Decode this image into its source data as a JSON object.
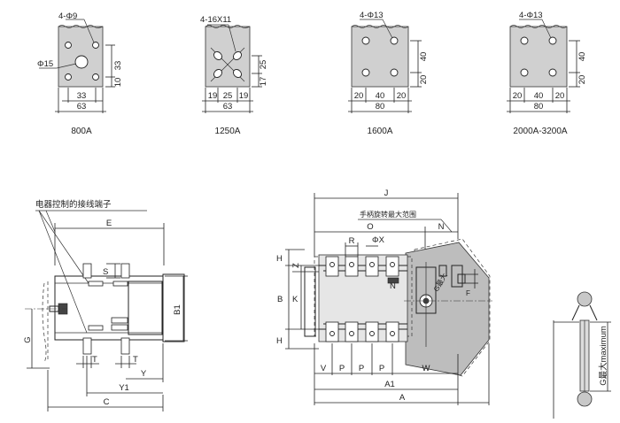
{
  "patterns": [
    {
      "caption": "800A",
      "holes": "4-Φ9",
      "center": "Φ15",
      "dims": [
        "33",
        "10",
        "33",
        "63"
      ]
    },
    {
      "caption": "1250A",
      "holes": "4-16X11",
      "dims": [
        "17",
        "25",
        "19",
        "25",
        "19",
        "63"
      ]
    },
    {
      "caption": "1600A",
      "holes": "4-Φ13",
      "dims": [
        "40",
        "20",
        "20",
        "40",
        "20",
        "80"
      ]
    },
    {
      "caption": "2000A-3200A",
      "holes": "4-Φ13",
      "dims": [
        "40",
        "20",
        "20",
        "40",
        "20",
        "80"
      ]
    }
  ],
  "side_view": {
    "terminal_label": "电器控制的接线端子",
    "E": "E",
    "S": "S",
    "B1": "B1",
    "G": "G",
    "T1": "T",
    "T2": "T",
    "Y": "Y",
    "Y1": "Y1",
    "C": "C"
  },
  "front_view": {
    "J": "J",
    "handle_label": "手柄旋转最大范围",
    "O": "O",
    "N_top": "N",
    "R": "R",
    "PhiX": "ΦX",
    "N_mid": "N",
    "H_top": "H",
    "Z": "Z",
    "B": "B",
    "K": "K",
    "H_bot": "H",
    "F": "F",
    "V": "V",
    "P1": "P",
    "P2": "P",
    "P3": "P",
    "W": "W",
    "A1": "A1",
    "A": "A",
    "Gmax_small": "G最大"
  },
  "handle_view": {
    "label": "G最大maximum"
  }
}
